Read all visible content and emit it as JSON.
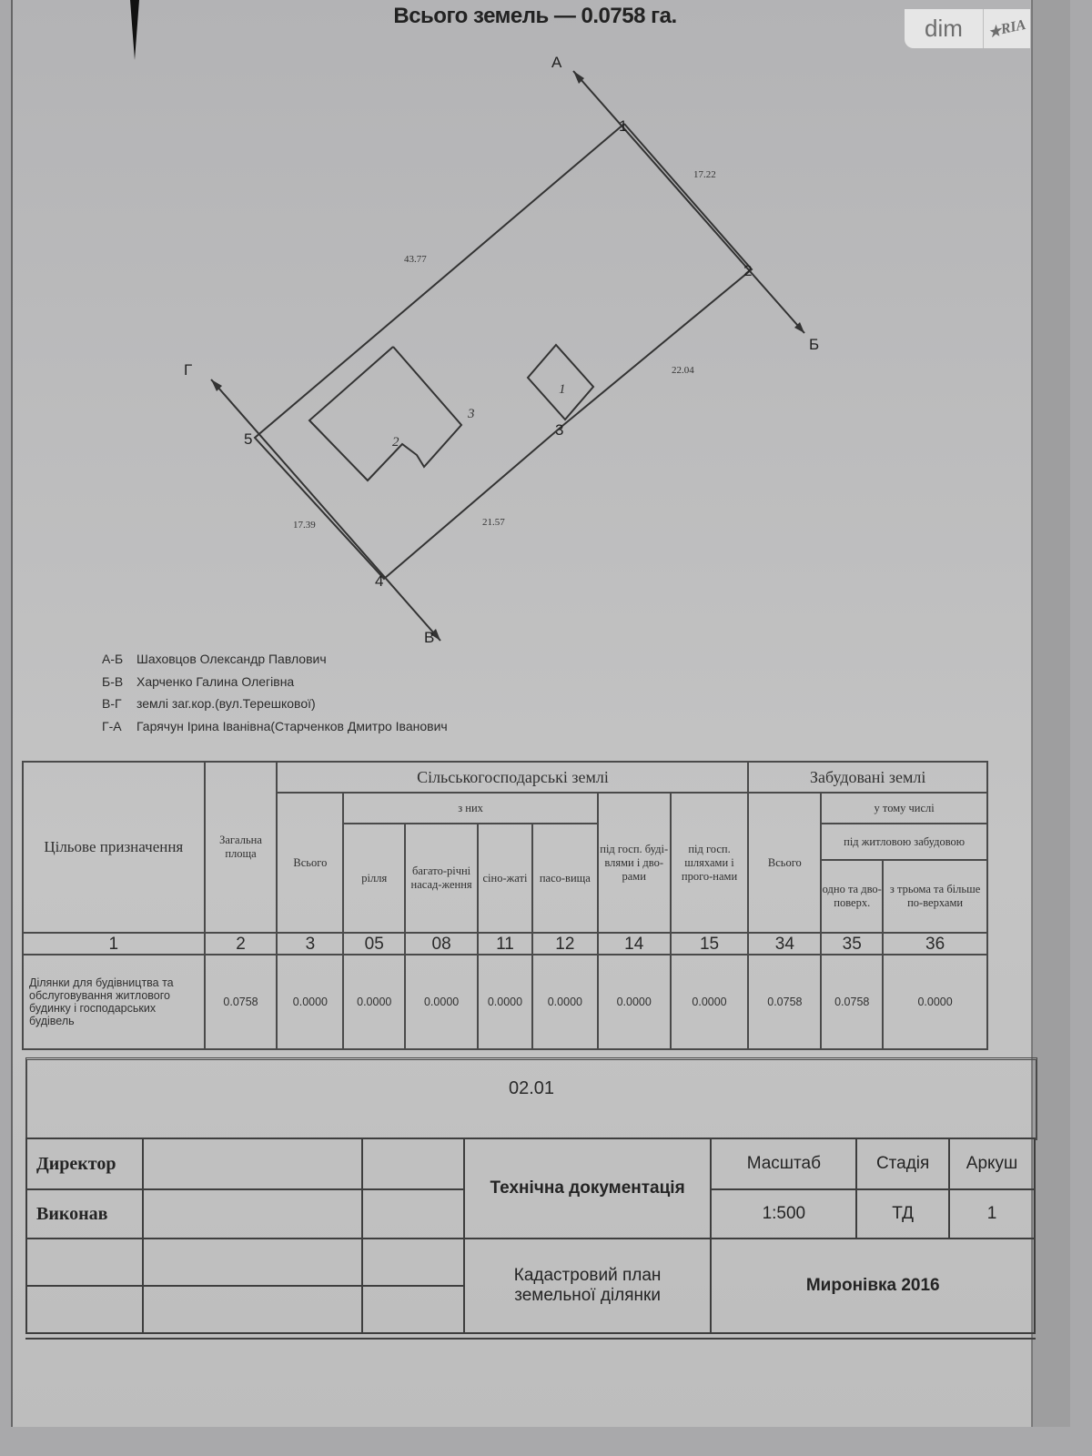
{
  "document": {
    "title": "Всього земель — 0.0758 га.",
    "watermark": {
      "left": "dim",
      "right": "RIA"
    }
  },
  "plan": {
    "direction_labels": {
      "a": "А",
      "b": "Б",
      "v": "В",
      "g": "Г"
    },
    "vertex_labels": [
      "1",
      "2",
      "3",
      "4",
      "5"
    ],
    "segment_lengths": {
      "s1_2": "17.22",
      "s2_3": "22.04",
      "s3_4": "21.57",
      "s4_5": "17.39",
      "s5_1": "43.77"
    },
    "building_labels": {
      "building_1": "1",
      "building_2_vertex_2": "2",
      "building_2_vertex_3": "3"
    }
  },
  "legend": [
    {
      "code": "А-Б",
      "text": "Шаховцов Олександр Павлович"
    },
    {
      "code": "Б-В",
      "text": "Харченко Галина Олегівна"
    },
    {
      "code": "В-Г",
      "text": "землі заг.кор.(вул.Терешкової)"
    },
    {
      "code": "Г-А",
      "text": "Гарячун Ірина Іванівна(Старченков Дмитро Іванович"
    }
  ],
  "land_table": {
    "headers": {
      "purpose": "Цільове призначення",
      "total_area": "Загальна площа",
      "agri_group": "Сільськогосподарські землі",
      "agri_total": "Всього",
      "of_them": "з них",
      "arable": "рілля",
      "perennial": "багато-річні насад-ження",
      "hayfields": "сіно-жаті",
      "pastures": "пасо-вища",
      "under_farm_buildings": "під госп. буді-влями і дво-рами",
      "under_roads": "під госп. шляхами і прого-нами",
      "built_group": "Забудовані землі",
      "built_total": "Всього",
      "including": "у тому числі",
      "residential": "під житловою забудовою",
      "one_two_floor": "одно та дво-поверх.",
      "three_plus": "з трьома та більше по-верхами"
    },
    "column_codes": [
      "1",
      "2",
      "3",
      "05",
      "08",
      "11",
      "12",
      "14",
      "15",
      "34",
      "35",
      "36"
    ],
    "rows": [
      {
        "purpose": "Ділянки для будівництва та обслуговування житлового будинку і господарських будівель",
        "values": [
          "0.0758",
          "0.0000",
          "0.0000",
          "0.0000",
          "0.0000",
          "0.0000",
          "0.0000",
          "0.0000",
          "0.0758",
          "0.0758",
          "0.0000"
        ]
      }
    ]
  },
  "classification_code": "02.01",
  "title_block": {
    "director_label": "Директор",
    "executor_label": "Виконав",
    "doc_type": "Технічна документація",
    "scale_label": "Масштаб",
    "stage_label": "Стадія",
    "sheet_label": "Аркуш",
    "scale_value": "1:500",
    "stage_value": "ТД",
    "sheet_value": "1",
    "plan_name": "Кадастровий план земельної ділянки",
    "place_year": "Миронівка 2016"
  }
}
